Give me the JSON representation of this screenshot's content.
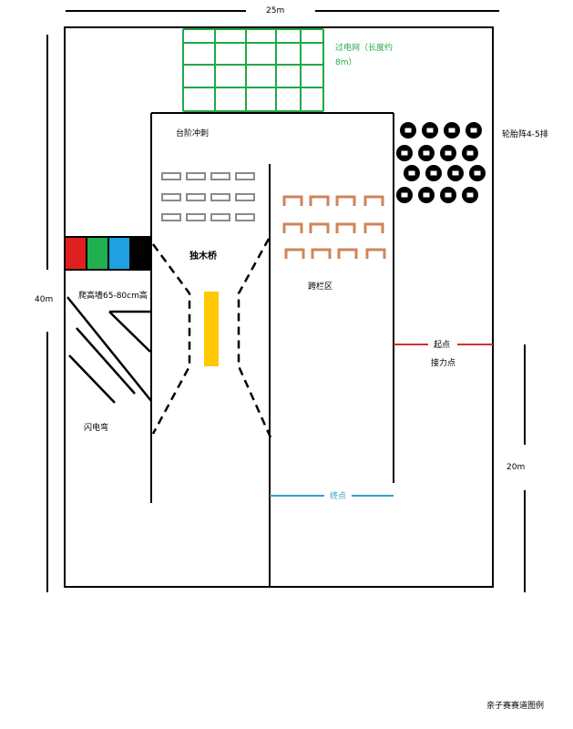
{
  "dimensions": {
    "width": "25m",
    "height": "40m",
    "relay_side": "20m"
  },
  "zones": {
    "electric_net": "过电网（长度约",
    "electric_net_len": "8m）",
    "stairs": "台阶冲刺",
    "tire_array": "轮胎阵4-5排",
    "log_bridge": "独木桥",
    "hurdles": "跨栏区",
    "crawl_wall": "爬高墙65-80cm高",
    "lightning": "闪电弯",
    "start": "起点",
    "relay": "接力点",
    "finish": "终点"
  },
  "caption": "亲子赛赛道图例",
  "colors": {
    "net": "#22a84a",
    "hurdle": "#d08458",
    "step": "#8a8a8a",
    "bridge": "#ffc800",
    "start_line": "#d03030",
    "finish_line": "#2fa3c8",
    "wall_red": "#e02020",
    "wall_green": "#20b050",
    "wall_blue": "#20a0e0",
    "wall_black": "#000000"
  }
}
